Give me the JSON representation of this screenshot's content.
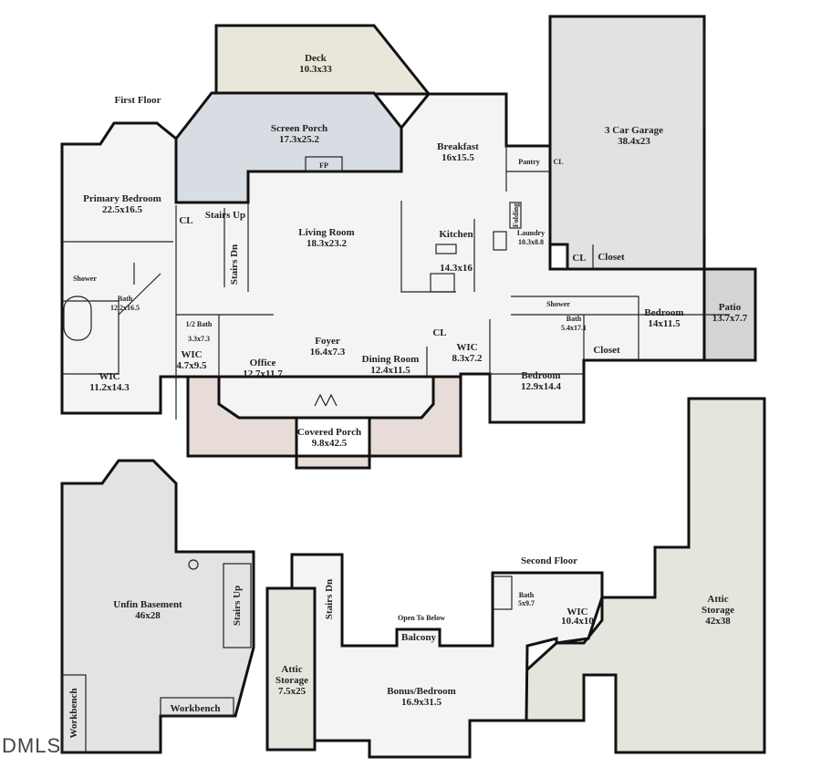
{
  "floors": {
    "first": "First Floor",
    "second": "Second Floor"
  },
  "colors": {
    "room": "#f4f4f4",
    "deck": "#e9e6da",
    "screen_porch": "#d8dde3",
    "garage": "#e2e2e2",
    "patio": "#d4d4d4",
    "covered_porch": "#e7dcd7",
    "basement": "#e3e3e3",
    "attic": "#e5e5de",
    "wall": "#111111"
  },
  "rooms": {
    "deck": {
      "name": "Deck",
      "size": "10.3x33"
    },
    "screen_porch": {
      "name": "Screen Porch",
      "size": "17.3x25.2"
    },
    "fireplace": {
      "name": "FP"
    },
    "breakfast": {
      "name": "Breakfast",
      "size": "16x15.5"
    },
    "garage": {
      "name": "3 Car Garage",
      "size": "38.4x23"
    },
    "pantry": {
      "name": "Pantry"
    },
    "pantry_cl": {
      "name": "CL"
    },
    "primary_bedroom": {
      "name": "Primary Bedroom",
      "size": "22.5x16.5"
    },
    "primary_cl": {
      "name": "CL"
    },
    "stairs_up": {
      "name": "Stairs Up"
    },
    "stairs_dn": {
      "name": "Stairs Dn"
    },
    "living_room": {
      "name": "Living Room",
      "size": "18.3x23.2"
    },
    "kitchen": {
      "name": "Kitchen",
      "size": "14.3x16"
    },
    "laundry": {
      "name": "Laundry",
      "size": "10.3x8.8"
    },
    "folding": {
      "name": "Folding"
    },
    "garage_cl": {
      "name": "CL"
    },
    "garage_closet": {
      "name": "Closet"
    },
    "primary_shower": {
      "name": "Shower"
    },
    "primary_bath": {
      "name": "Bath",
      "size": "12.2x16.5"
    },
    "half_bath": {
      "name": "1/2 Bath",
      "size": "3.3x7.3"
    },
    "wic_small": {
      "name": "WIC",
      "size": "4.7x9.5"
    },
    "primary_wic": {
      "name": "WIC",
      "size": "11.2x14.3"
    },
    "office": {
      "name": "Office",
      "size": "12.7x11.7"
    },
    "foyer": {
      "name": "Foyer",
      "size": "16.4x7.3"
    },
    "dining_room": {
      "name": "Dining Room",
      "size": "12.4x11.5"
    },
    "dining_cl": {
      "name": "CL"
    },
    "bedroom_wic": {
      "name": "WIC",
      "size": "8.3x7.2"
    },
    "jack_shower": {
      "name": "Shower"
    },
    "jack_bath": {
      "name": "Bath",
      "size": "5.4x17.1"
    },
    "bedroom_east": {
      "name": "Bedroom",
      "size": "14x11.5"
    },
    "bedroom_closet": {
      "name": "Closet"
    },
    "bedroom_south": {
      "name": "Bedroom",
      "size": "12.9x14.4"
    },
    "patio": {
      "name": "Patio",
      "size": "13.7x7.7"
    },
    "covered_porch": {
      "name": "Covered Porch",
      "size": "9.8x42.5"
    },
    "basement": {
      "name": "Unfin Basement",
      "size": "46x28"
    },
    "basement_stairs": {
      "name": "Stairs Up"
    },
    "workbench_left": {
      "name": "Workbench"
    },
    "workbench_bottom": {
      "name": "Workbench"
    },
    "upper_stairs": {
      "name": "Stairs Dn"
    },
    "open_to_below": {
      "name": "Open To Below"
    },
    "balcony": {
      "name": "Balcony"
    },
    "upper_bath": {
      "name": "Bath",
      "size": "5x9.7"
    },
    "upper_wic": {
      "name": "WIC",
      "size": "10.4x10"
    },
    "attic_large": {
      "name": "Attic",
      "name2": "Storage",
      "size": "42x38"
    },
    "attic_small": {
      "name": "Attic",
      "name2": "Storage",
      "size": "7.5x25"
    },
    "bonus": {
      "name": "Bonus/Bedroom",
      "size": "16.9x31.5"
    }
  },
  "logo": "DMLS"
}
